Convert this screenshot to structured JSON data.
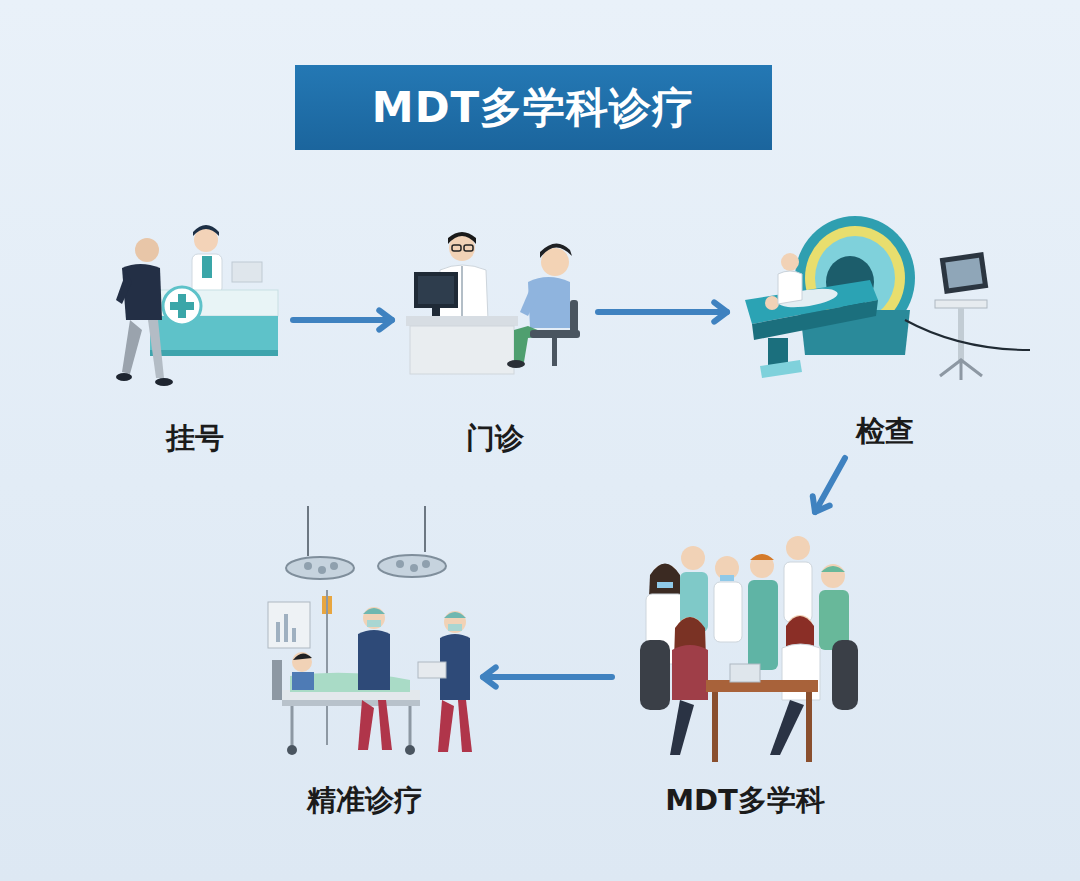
{
  "diagram": {
    "title": "MDT多学科诊疗",
    "nodes": [
      {
        "text": [
          "挂号"
        ]
      },
      {
        "text": [
          "门诊"
        ]
      },
      {
        "text": [
          "检查"
        ]
      },
      {
        "text": [
          "MDT多学科"
        ]
      },
      {
        "text": [
          "精准诊疗"
        ]
      }
    ],
    "edges": [
      {
        "from": 0,
        "to": 1,
        "arrow": "to"
      },
      {
        "from": 1,
        "to": 2,
        "arrow": "to"
      },
      {
        "from": 2,
        "to": 3,
        "arrow": "to"
      },
      {
        "from": 3,
        "to": 4,
        "arrow": "to"
      }
    ]
  }
}
